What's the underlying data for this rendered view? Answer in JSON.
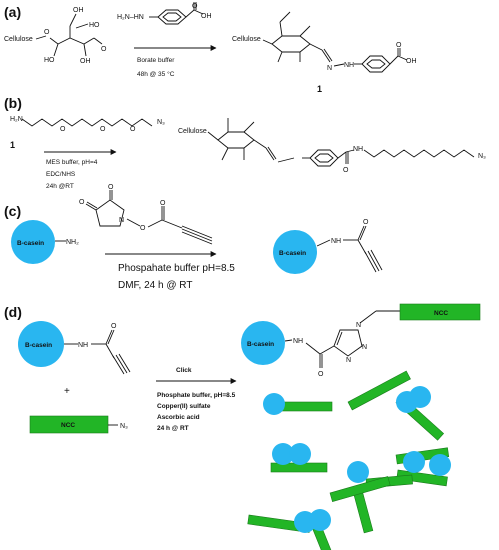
{
  "panels": {
    "a": "(a)",
    "b": "(b)",
    "c": "(c)",
    "d": "(d)"
  },
  "a": {
    "reactant_label": "Cellulose",
    "cellulose_o": "O",
    "ring_o": "O",
    "oh1": "OH",
    "oh2": "HO",
    "oh3": "OH",
    "oh4": "HO",
    "hydrazine": "H₂N–HN",
    "acid_o": "O",
    "acid_oh": "OH",
    "condition_1": "Borate buffer",
    "condition_2": "48h @ 35 °C",
    "product_label": "Cellulose",
    "product_number": "1",
    "nh_n": "N",
    "nh": "NH"
  },
  "b": {
    "amine": "H₂N",
    "azide": "N₃",
    "o1": "O",
    "o2": "O",
    "o3": "O",
    "reactant_number": "1",
    "condition_1": "MES buffer, pH=4",
    "condition_2": "EDC/NHS",
    "condition_3": "24h @RT",
    "product_label": "Cellulose",
    "product_azide": "N₃",
    "amide_nh": "NH",
    "amide_o": "O"
  },
  "c": {
    "ball_label": "B-casein",
    "amine": "NH₂",
    "nhs_o1": "O",
    "nhs_o2": "O",
    "nhs_n": "N",
    "ester_o": "O",
    "ester_o2": "O",
    "condition_1": "Phospahate buffer pH=8.5",
    "condition_2": "DMF, 24 h @ RT",
    "product_ball": "B-casein",
    "product_nh": "NH",
    "product_o": "O"
  },
  "d": {
    "ball_label": "B-casein",
    "nh": "NH",
    "o": "O",
    "plus": "+",
    "ncc_label": "NCC",
    "azide": "N₃",
    "arrow_label": "Click",
    "condition_1": "Phosphate buffer, pH=8.5",
    "condition_2": "Copper(II) sulfate",
    "condition_3": "Ascorbic acid",
    "condition_4": "24 h @ RT",
    "product_ball": "B-casein",
    "product_nh": "NH",
    "product_o": "O",
    "product_ncc": "NCC",
    "triazole_n1": "N",
    "triazole_n2": "N",
    "triazole_n3": "N"
  },
  "colors": {
    "protein": "#29b6f0",
    "ncc": "#22b526",
    "ncc_border": "#1a7d1c",
    "ink": "#111111"
  }
}
